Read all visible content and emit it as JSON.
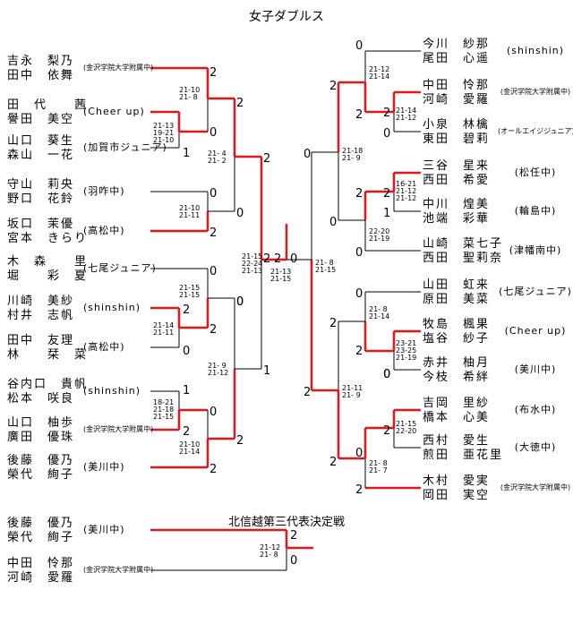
{
  "title": "女子ダブルス",
  "playoff_title": "北信越第三代表決定戦",
  "colors": {
    "win": "#e8141c",
    "line": "#000000"
  },
  "left_teams": [
    {
      "p1": "吉永　梨乃",
      "p2": "田中　依舞",
      "team": "(金沢学院大学附属中)"
    },
    {
      "p1": "田　代　　茜",
      "p2": "譽田　美空",
      "team": "(Cheer up)"
    },
    {
      "p1": "山口　葵生",
      "p2": "森山　一花",
      "team": "(加賀市ジュニア)"
    },
    {
      "p1": "守山　莉央",
      "p2": "野口　花鈴",
      "team": "(羽咋中)"
    },
    {
      "p1": "坂口　茉優",
      "p2": "宮本　きらり",
      "team": "(高松中)"
    },
    {
      "p1": "木　森　　里",
      "p2": "堀　　彩　夏",
      "team": "(七尾ジュニア)"
    },
    {
      "p1": "川崎　美紗",
      "p2": "村井　志帆",
      "team": "(shinshin)"
    },
    {
      "p1": "田中　友理",
      "p2": "林　　栞　菜",
      "team": "(高松中)"
    },
    {
      "p1": "谷内口　貴帆",
      "p2": "松本　咲良",
      "team": "(shinshin)"
    },
    {
      "p1": "山口　柚歩",
      "p2": "廣田　優珠",
      "team": "(金沢学院大学附属中)"
    },
    {
      "p1": "後藤　優乃",
      "p2": "榮代　絢子",
      "team": "(美川中)"
    }
  ],
  "right_teams": [
    {
      "p1": "今川　紗那",
      "p2": "尾田　心遥",
      "team": "(shinshin)"
    },
    {
      "p1": "中田　怜那",
      "p2": "河崎　愛羅",
      "team": "(金沢学院大学附属中)"
    },
    {
      "p1": "小泉　林檎",
      "p2": "東田　碧莉",
      "team": "(オールエイジジュニア)"
    },
    {
      "p1": "三谷　星来",
      "p2": "西田　希愛",
      "team": "(松任中)"
    },
    {
      "p1": "中川　煌美",
      "p2": "池端　彩華",
      "team": "(輪島中)"
    },
    {
      "p1": "山崎　菜七子",
      "p2": "西田　聖莉奈",
      "team": "(津幡南中)"
    },
    {
      "p1": "山田　虹来",
      "p2": "原田　美菜",
      "team": "(七尾ジュニア)"
    },
    {
      "p1": "牧島　楓果",
      "p2": "塩谷　紗子",
      "team": "(Cheer up)"
    },
    {
      "p1": "赤井　柚月",
      "p2": "今枝　希絆",
      "team": "(美川中)"
    },
    {
      "p1": "吉岡　里紗",
      "p2": "橋本　心美",
      "team": "(布水中)"
    },
    {
      "p1": "西村　愛生",
      "p2": "煎田　亜花里",
      "team": "(大徳中)"
    },
    {
      "p1": "木村　愛実",
      "p2": "岡田　実空",
      "team": "(金沢学院大学附属中)"
    }
  ],
  "playoff_teams": [
    {
      "p1": "後藤　優乃",
      "p2": "榮代　絢子",
      "team": "(美川中)"
    },
    {
      "p1": "中田　怜那",
      "p2": "河崎　愛羅",
      "team": "(金沢学院大学附属中)"
    }
  ],
  "scores": {
    "L1": "21-10\n21- 8",
    "L2": "21-13\n19-21\n21-10",
    "L3": "21- 4\n21- 2",
    "L4": "21-10\n21-11",
    "L5": "21-15\n22-24\n21-13",
    "L6": "21-15\n21-15",
    "L7": "21-14\n21-11",
    "L8": "21- 9\n21-12",
    "L9": "18-21\n21-18\n21-15",
    "L10": "21-10\n21-14",
    "F": "21-13\n21-15",
    "R1": "21-12\n21-14",
    "R2": "21-14\n21-12",
    "R3": "21-18\n21- 9",
    "R4": "16-21\n21-12\n21-12",
    "R5": "22-20\n21-19",
    "R6": "21- 8\n21-15",
    "R7": "21- 8\n21-14",
    "R8": "23-21\n23-25\n21-19",
    "R9": "21-11\n21- 9",
    "R10": "21-15\n22-20",
    "R11": "21- 8\n21- 7",
    "P": "21-12\n21- 8"
  },
  "games": [
    {
      "id": "gl1a",
      "v": "2"
    },
    {
      "id": "gl1b",
      "v": "2"
    },
    {
      "id": "gl1c",
      "v": "0"
    },
    {
      "id": "gl2a",
      "v": "1"
    },
    {
      "id": "gl3a",
      "v": "2"
    },
    {
      "id": "gl3b",
      "v": "0"
    },
    {
      "id": "gl4a",
      "v": "0"
    },
    {
      "id": "gl4b",
      "v": "2"
    },
    {
      "id": "gl5a",
      "v": "2"
    },
    {
      "id": "gl5b",
      "v": "0"
    },
    {
      "id": "gl6a",
      "v": "0"
    },
    {
      "id": "gl6b",
      "v": "0"
    },
    {
      "id": "gl6c",
      "v": "2"
    },
    {
      "id": "gl7a",
      "v": "2"
    },
    {
      "id": "gl7b",
      "v": "0"
    },
    {
      "id": "gl8a",
      "v": "1"
    },
    {
      "id": "gl8b",
      "v": "1"
    },
    {
      "id": "gl8c",
      "v": "0"
    },
    {
      "id": "gl8d",
      "v": "2"
    },
    {
      "id": "gl9a",
      "v": "2"
    },
    {
      "id": "gl9b",
      "v": "2"
    },
    {
      "id": "gf1",
      "v": "2"
    },
    {
      "id": "gf2",
      "v": "0"
    },
    {
      "id": "gr1a",
      "v": "0"
    },
    {
      "id": "gr1b",
      "v": "2"
    },
    {
      "id": "gr1c",
      "v": "0"
    },
    {
      "id": "gr2a",
      "v": "2"
    },
    {
      "id": "gr2b",
      "v": "0"
    },
    {
      "id": "gr2c",
      "v": "2"
    },
    {
      "id": "gr3a",
      "v": "2"
    },
    {
      "id": "gr3b",
      "v": "1"
    },
    {
      "id": "gr3c",
      "v": "0"
    },
    {
      "id": "gr4a",
      "v": "0"
    },
    {
      "id": "gr4b",
      "v": "0"
    },
    {
      "id": "gr4c",
      "v": "2"
    },
    {
      "id": "gr5a",
      "v": "2"
    },
    {
      "id": "gr5b",
      "v": "0"
    },
    {
      "id": "gr5c",
      "v": "2"
    },
    {
      "id": "gr6a",
      "v": "2"
    },
    {
      "id": "gr6b",
      "v": "0"
    },
    {
      "id": "gr6c",
      "v": "2"
    },
    {
      "id": "gr6d",
      "v": "2"
    },
    {
      "id": "gr6e",
      "v": "2"
    },
    {
      "id": "gp1",
      "v": "2"
    },
    {
      "id": "gp2",
      "v": "0"
    }
  ]
}
